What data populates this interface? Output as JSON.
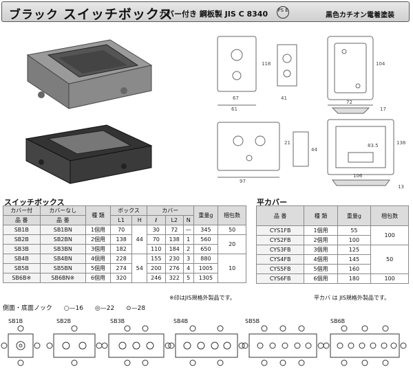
{
  "header": {
    "title_main": "ブラック ",
    "title_bold": "スイッチボックス",
    "subtitle": "カバー付き 鋼板製 JIS C 8340",
    "pse_mark": "PS E",
    "finish": "黒色カチオン電着塗装"
  },
  "left_table": {
    "section_title": "スイッチボックス",
    "head_row1": [
      "カバー付",
      "カバーなし",
      "種 類",
      "ボックス",
      "カバー",
      "重量g",
      "梱包数"
    ],
    "head_row2": [
      "品 番",
      "品 番",
      "L1",
      "H",
      "ℓ",
      "L2",
      "N"
    ],
    "rows": [
      [
        "SB1B",
        "SB1BN",
        "1個用",
        "70",
        "",
        "30",
        "72",
        "—",
        "345",
        ""
      ],
      [
        "SB2B",
        "SB2BN",
        "2個用",
        "138",
        "44",
        "70",
        "138",
        "1",
        "560",
        ""
      ],
      [
        "SB3B",
        "SB3BN",
        "3個用",
        "182",
        "",
        "110",
        "184",
        "2",
        "650",
        ""
      ],
      [
        "SB4B",
        "SB4BN",
        "4個用",
        "228",
        "",
        "155",
        "230",
        "3",
        "880",
        ""
      ],
      [
        "SB5B",
        "SB5BN",
        "5個用",
        "274",
        "54",
        "200",
        "276",
        "4",
        "1005",
        ""
      ],
      [
        "SB6B※",
        "SB6BN※",
        "6個用",
        "320",
        "",
        "246",
        "322",
        "5",
        "1305",
        ""
      ]
    ],
    "pack": [
      "50",
      "20",
      "10"
    ],
    "note": "※印はJIS規格外製品です。"
  },
  "right_table": {
    "section_title": "平カバー",
    "head": [
      "品 番",
      "種 類",
      "重量g",
      "梱包数"
    ],
    "rows": [
      [
        "CYS1FB",
        "1個用",
        "55"
      ],
      [
        "CYS2FB",
        "2個用",
        "100"
      ],
      [
        "CYS3FB",
        "3個用",
        "125"
      ],
      [
        "CYS4FB",
        "4個用",
        "145"
      ],
      [
        "CYS5FB",
        "5個用",
        "160"
      ],
      [
        "CYS6FB",
        "6個用",
        "180"
      ]
    ],
    "pack": [
      "100",
      "50",
      "100"
    ],
    "note": "平カバ は JIS規格外製品です。"
  },
  "knock": {
    "label": "側面・底面ノック",
    "items": [
      "○—16",
      "◎—22",
      "⊙—28"
    ]
  },
  "bottoms": [
    "SB1B",
    "SB2B",
    "SB3B",
    "SB4B",
    "SB5B",
    "SB6B"
  ],
  "dims": {
    "d1": "61",
    "d2": "118",
    "d3": "72",
    "d4": "17",
    "d5": "104",
    "d6": "41",
    "d7": "67",
    "d8": "97",
    "d9": "44",
    "d10": "13",
    "d11": "83.5",
    "d12": "138",
    "d13": "106",
    "d14": "21"
  }
}
